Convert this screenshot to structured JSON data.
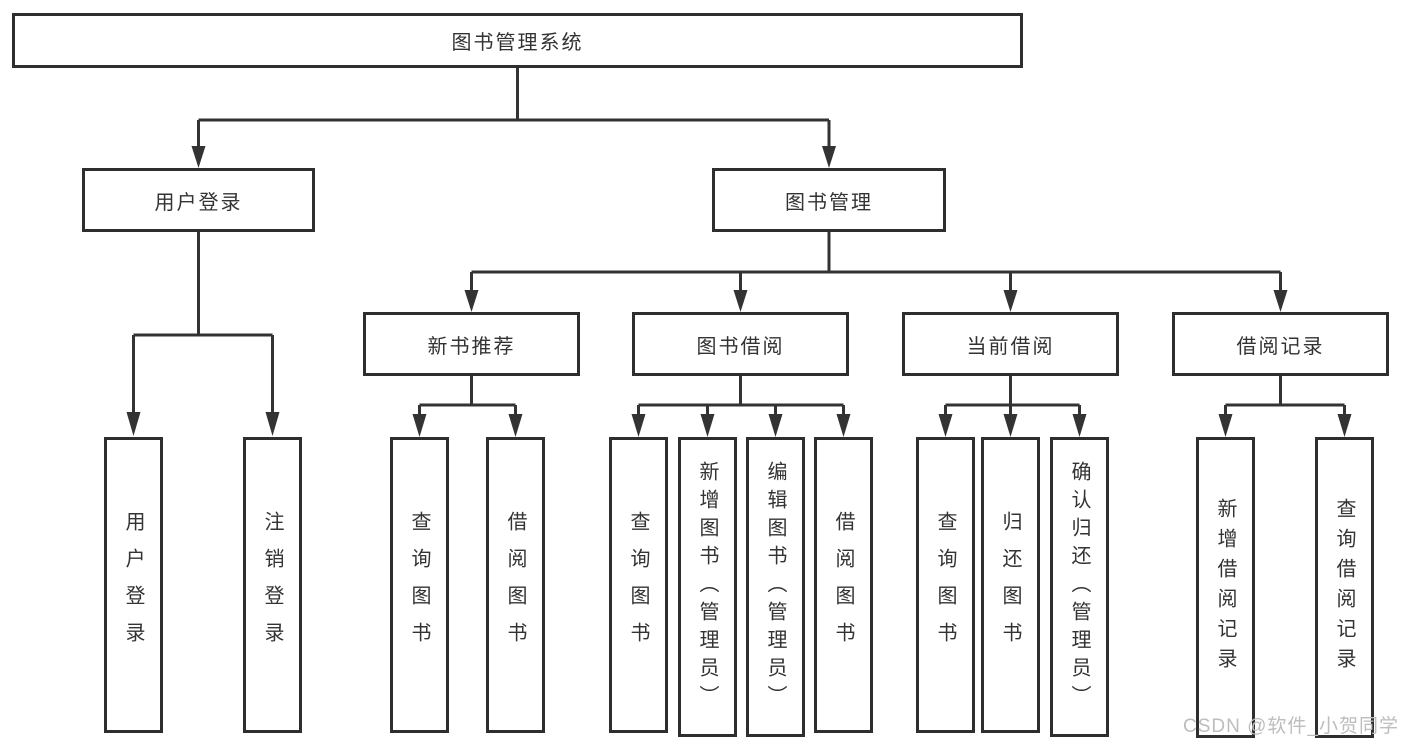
{
  "diagram": {
    "type": "hierarchy-tree",
    "tree": {
      "label": "图书管理系统",
      "children": [
        {
          "label": "用户登录",
          "children": [
            {
              "label": "用户登录"
            },
            {
              "label": "注销登录"
            }
          ]
        },
        {
          "label": "图书管理",
          "children": [
            {
              "label": "新书推荐",
              "children": [
                {
                  "label": "查询图书"
                },
                {
                  "label": "借阅图书"
                }
              ]
            },
            {
              "label": "图书借阅",
              "children": [
                {
                  "label": "查询图书"
                },
                {
                  "label": "新增图书（管理员）"
                },
                {
                  "label": "编辑图书（管理员）"
                },
                {
                  "label": "借阅图书"
                }
              ]
            },
            {
              "label": "当前借阅",
              "children": [
                {
                  "label": "查询图书"
                },
                {
                  "label": "归还图书"
                },
                {
                  "label": "确认归还（管理员）"
                }
              ]
            },
            {
              "label": "借阅记录",
              "children": [
                {
                  "label": "新增借阅记录"
                },
                {
                  "label": "查询借阅记录"
                }
              ]
            }
          ]
        }
      ]
    },
    "colors": {
      "line": "#333333",
      "box_border": "#2e2e2e",
      "text": "#333333",
      "watermark": "#bdbdbd",
      "background": "#ffffff"
    }
  },
  "watermark": {
    "text": "CSDN @软件_小贺同学"
  }
}
